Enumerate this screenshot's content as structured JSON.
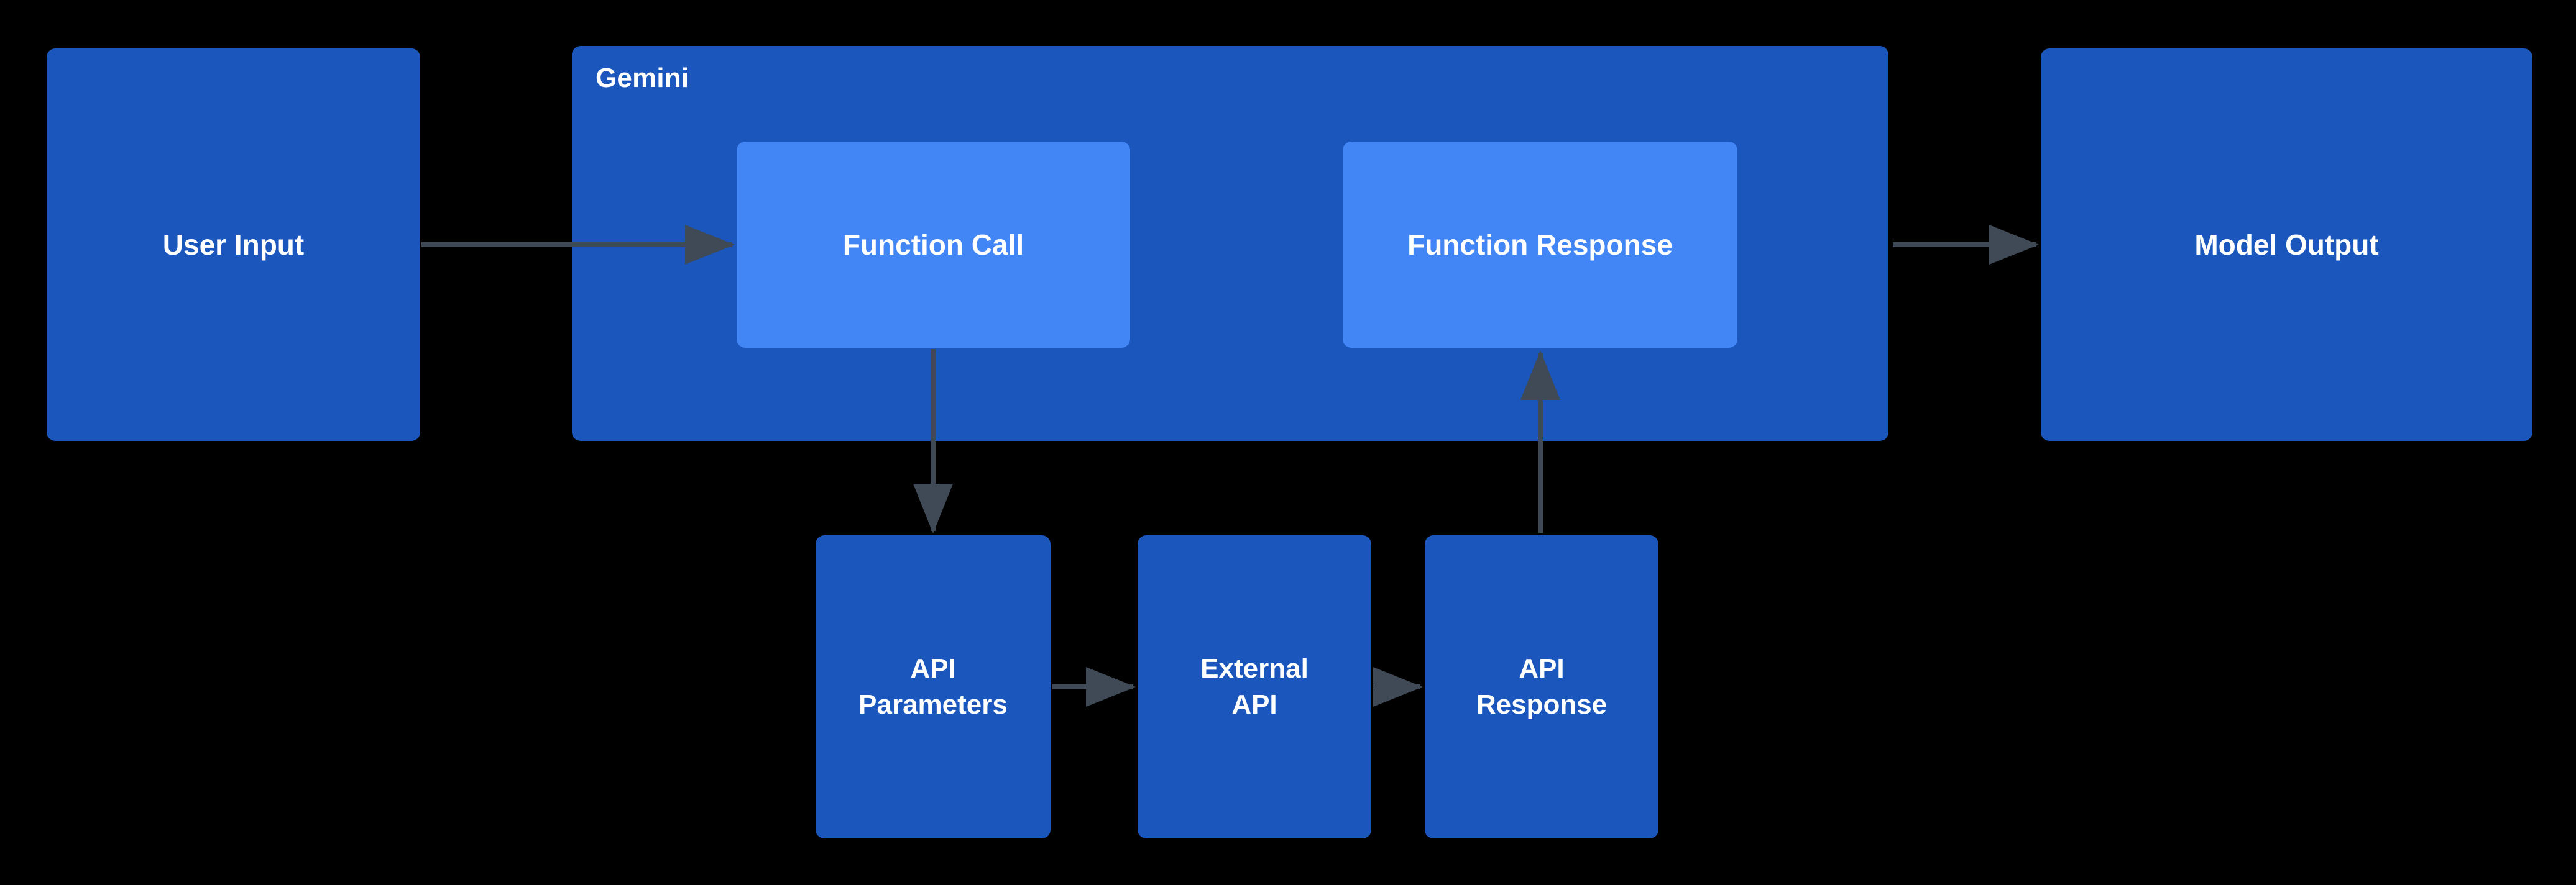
{
  "diagram": {
    "background_color": "#000000",
    "node_color": "#1A56BC",
    "inner_node_color": "#4285F4",
    "edge_color": "#3F4A56",
    "text_color": "#FFFFFF",
    "container": {
      "title": "Gemini"
    },
    "nodes": {
      "user_input": "User Input",
      "function_call": "Function Call",
      "function_response": "Function Response",
      "model_output": "Model Output",
      "api_parameters": "API\nParameters",
      "external_api": "External\nAPI",
      "api_response": "API\nResponse"
    },
    "edges": [
      {
        "from": "User Input",
        "to": "Function Call",
        "label": ""
      },
      {
        "from": "Function Call",
        "to": "API Parameters",
        "label": ""
      },
      {
        "from": "API Parameters",
        "to": "External API",
        "label": ""
      },
      {
        "from": "External API",
        "to": "API Response",
        "label": ""
      },
      {
        "from": "API Response",
        "to": "Function Response",
        "label": ""
      },
      {
        "from": "Gemini",
        "to": "Model Output",
        "label": ""
      }
    ]
  }
}
